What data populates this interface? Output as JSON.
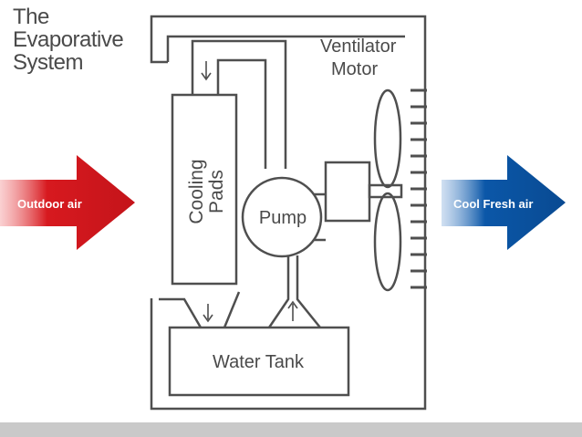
{
  "title": {
    "line1": "The",
    "line2": "Evaporative",
    "line3": "System"
  },
  "components": {
    "ventilator_motor": {
      "line1": "Ventilator",
      "line2": "Motor"
    },
    "cooling_pads": {
      "line1": "Cooling",
      "line2": "Pads"
    },
    "pump": "Pump",
    "water_tank": "Water Tank"
  },
  "arrows": {
    "outdoor_air": {
      "label": "Outdoor air",
      "color": "#d7191f"
    },
    "cool_fresh_air": {
      "label": "Cool Fresh air",
      "color": "#0b57a8"
    }
  },
  "colors": {
    "line": "#4f4f4f",
    "label": "#4a4a4a",
    "footer": "#c9c9c9"
  }
}
